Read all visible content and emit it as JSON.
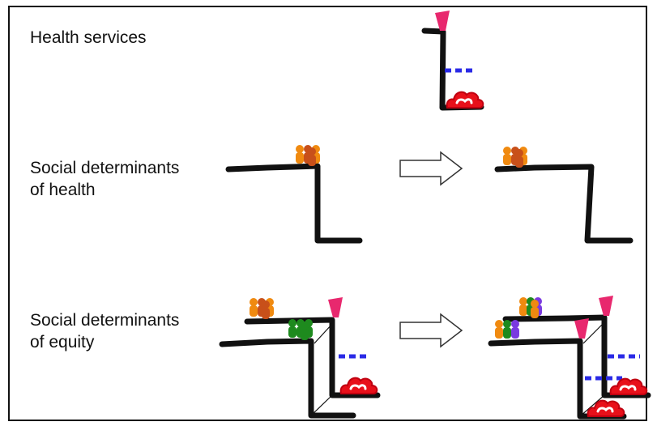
{
  "rows": [
    {
      "label_lines": [
        "Health services"
      ]
    },
    {
      "label_lines": [
        "Social determinants",
        "of health"
      ]
    },
    {
      "label_lines": [
        "Social determinants",
        "of equity"
      ]
    }
  ],
  "colors": {
    "line": "#111111",
    "tap": "#e8286e",
    "dash": "#2a2ae6",
    "pile": "#e8101a",
    "people_orange": "#f08a10",
    "people_rust": "#c8501a",
    "people_green": "#1e8a1e",
    "people_purple": "#7a3ae0"
  },
  "icons": [
    "cliff-line-icon",
    "tap-icon",
    "dashed-line-icon",
    "red-pile-icon",
    "people-group-icon",
    "arrow-right-icon"
  ]
}
